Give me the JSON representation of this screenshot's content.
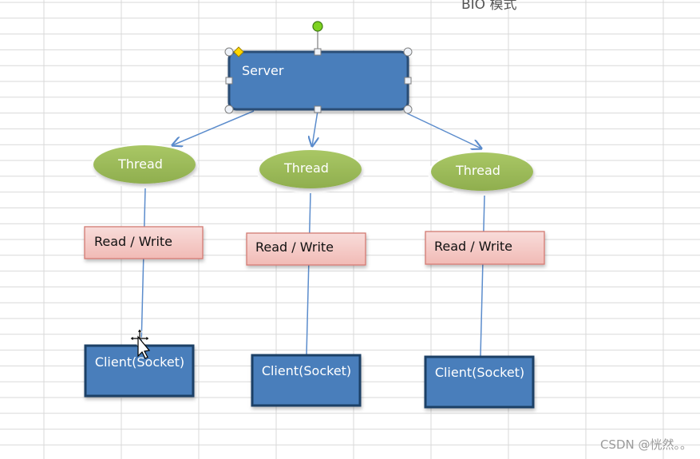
{
  "header": {
    "partial_title": "BIO 模式"
  },
  "server": {
    "label": "Server"
  },
  "columns": [
    {
      "thread": "Thread",
      "rw": "Read / Write",
      "client": "Client(Socket)"
    },
    {
      "thread": "Thread",
      "rw": "Read / Write",
      "client": "Client(Socket)"
    },
    {
      "thread": "Thread",
      "rw": "Read / Write",
      "client": "Client(Socket)"
    }
  ],
  "watermark": "CSDN @恍然。。",
  "colors": {
    "server_fill": "#4a7ebb",
    "server_stroke": "#2c4d75",
    "thread_fill": "#9bbb59",
    "rw_fill": "#f2c6c2",
    "rw_stroke": "#d27a72",
    "client_fill": "#4a7ebb",
    "client_stroke": "#1f3f66",
    "connector": "#5b8ccc",
    "grid": "#d9d9d9"
  }
}
